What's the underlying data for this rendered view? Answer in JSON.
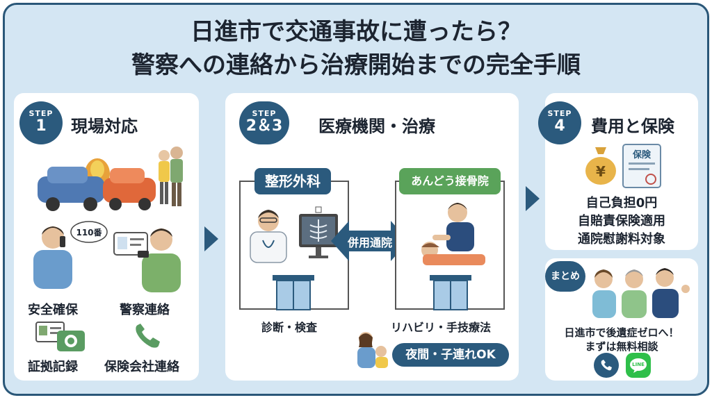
{
  "header": {
    "title_line1": "日進市で交通事故に遭ったら？",
    "title_line2": "警察への連絡から治療開始までの完全手順"
  },
  "step1": {
    "badge_top": "STEP",
    "badge_num": "1",
    "title": "現場対応",
    "call_bubble": "110番",
    "items": [
      "安全確保",
      "警察連絡",
      "証拠記録",
      "保険会社連絡"
    ]
  },
  "step23": {
    "badge_top": "STEP",
    "badge_num": "2＆3",
    "title": "医療機関・治療",
    "clinic_left": "整形外科",
    "clinic_right": "あんどう接骨院",
    "connector": "併用通院",
    "caption_left": "診断・検査",
    "caption_right": "リハビリ・手技療法",
    "night_pill": "夜間・子連れOK"
  },
  "step4": {
    "badge_top": "STEP",
    "badge_num": "4",
    "title": "費用と保険",
    "doc_label": "保険",
    "lines": [
      "自己負担0円",
      "自賠責保険適用",
      "通院慰謝料対象"
    ]
  },
  "summary": {
    "badge": "まとめ",
    "line1": "日進市で後遺症ゼロへ！",
    "line2": "まずは無料相談",
    "line_label": "LINE"
  },
  "colors": {
    "navy": "#2b5a7d",
    "bg": "#d4e6f3",
    "green": "#5aa35a",
    "line_green": "#2fbf4a"
  }
}
